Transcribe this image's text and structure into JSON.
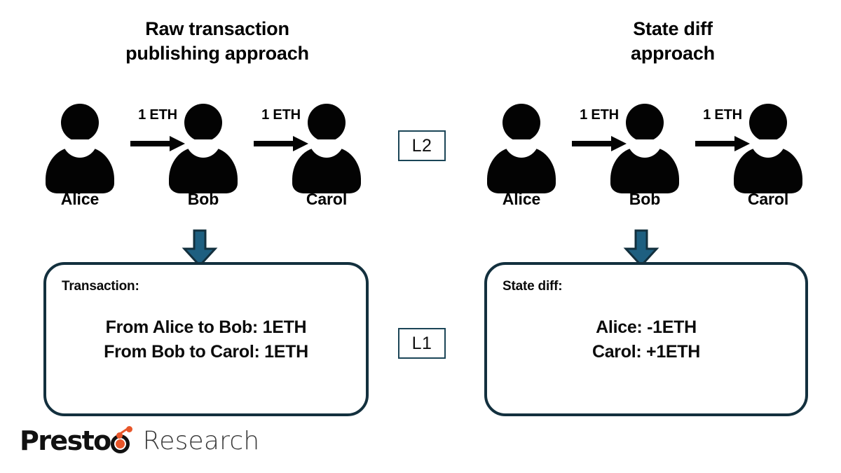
{
  "panels": [
    {
      "id": "raw-transaction",
      "title": "Raw transaction\npublishing approach",
      "actors": [
        {
          "name": "Alice",
          "icon": "person-icon"
        },
        {
          "name": "Bob",
          "icon": "person-icon"
        },
        {
          "name": "Carol",
          "icon": "person-icon"
        }
      ],
      "transfers": [
        {
          "amount": "1 ETH",
          "icon": "arrow-right-icon"
        },
        {
          "amount": "1 ETH",
          "icon": "arrow-right-icon"
        }
      ],
      "flow_arrow_icon": "arrow-down-icon",
      "box": {
        "label": "Transaction:",
        "lines": [
          "From Alice to Bob: 1ETH",
          "From Bob to Carol: 1ETH"
        ]
      }
    },
    {
      "id": "state-diff",
      "title": "State diff\napproach",
      "actors": [
        {
          "name": "Alice",
          "icon": "person-icon"
        },
        {
          "name": "Bob",
          "icon": "person-icon"
        },
        {
          "name": "Carol",
          "icon": "person-icon"
        }
      ],
      "transfers": [
        {
          "amount": "1 ETH",
          "icon": "arrow-right-icon"
        },
        {
          "amount": "1 ETH",
          "icon": "arrow-right-icon"
        }
      ],
      "flow_arrow_icon": "arrow-down-icon",
      "box": {
        "label": "State diff:",
        "lines": [
          "Alice: -1ETH",
          "Carol: +1ETH"
        ]
      }
    }
  ],
  "layer_badges": [
    {
      "id": "l2",
      "label": "L2"
    },
    {
      "id": "l1",
      "label": "L1"
    }
  ],
  "logo": {
    "word_primary": "Presto",
    "word_secondary": "Research",
    "mark_icon": "presto-node-mark-icon"
  },
  "colors": {
    "figure_black": "#030303",
    "box_border_navy": "#13303E",
    "badge_border": "#1B4557",
    "teal_arrow_fill": "#1E5F80",
    "teal_arrow_stroke": "#13303E",
    "logo_orange": "#E8562A",
    "background": "#FFFFFF"
  }
}
